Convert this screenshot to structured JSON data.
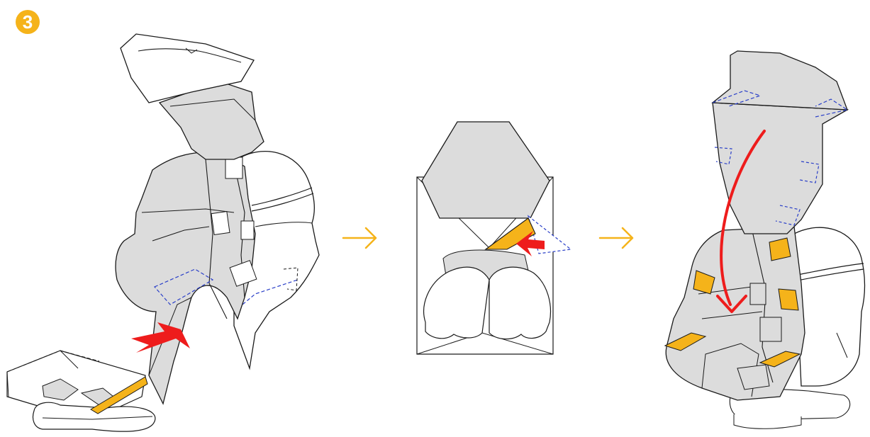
{
  "step": {
    "number": "3",
    "badge_color": "#f5b31a"
  },
  "colors": {
    "paper": "#dcdcdc",
    "paper_white": "#ffffff",
    "outline": "#1a1a1a",
    "glue_tab": "#f5b31a",
    "push_arrow": "#ee1c1c",
    "fold_line": "#2a3fc8",
    "flow_arrow": "#f5b31a"
  },
  "panels": [
    {
      "name": "panel-left",
      "icon": "papercraft-head-assembly"
    },
    {
      "name": "panel-middle",
      "icon": "papercraft-head-closeup"
    },
    {
      "name": "panel-right",
      "icon": "papercraft-head-result"
    }
  ],
  "flow_arrows": [
    {
      "name": "flow-arrow-1",
      "icon": "right-arrow-icon"
    },
    {
      "name": "flow-arrow-2",
      "icon": "right-arrow-icon"
    }
  ]
}
